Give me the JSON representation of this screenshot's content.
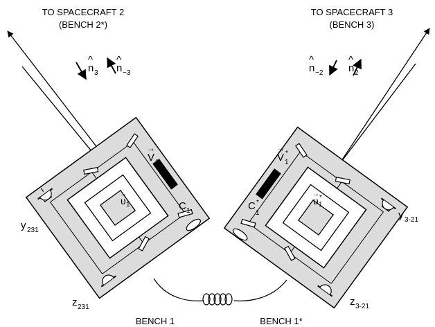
{
  "labels": {
    "to_spacecraft_2": "TO SPACECRAFT 2",
    "bench_2_star": "(BENCH 2*)",
    "to_spacecraft_3": "TO SPACECRAFT 3",
    "bench_3": "(BENCH 3)",
    "bench_1": "BENCH 1",
    "bench_1_star": "BENCH 1*",
    "n3_base": "n",
    "n3_sub": "3",
    "nm3_base": "n",
    "nm3_sub": "−3",
    "nm2_base": "n",
    "nm2_sub": "−2",
    "n2_base": "n",
    "n2_sub": "2",
    "hat": "^",
    "vec_arrow": "→",
    "V1_base": "V",
    "V1_sub": "1",
    "V1s_base": "V",
    "V1s_sub": "1",
    "V1s_sup": "*",
    "v1_base": "υ",
    "v1_sub": "1",
    "v1s_base": "υ",
    "v1s_sub": "1",
    "v1s_sup": "*",
    "C1_base": "C",
    "C1_sub": "1",
    "C1s_base": "C",
    "C1s_sub": "1",
    "C1s_sup": "*",
    "y231_base": "y",
    "y231_sub": "231",
    "z231_base": "z",
    "z231_sub": "231",
    "y321_base": "y",
    "y321_sub": "3-21",
    "z321_base": "z",
    "z321_sub": "3-21"
  },
  "colors": {
    "bench_fill": "#dcdcdc",
    "stroke": "#000000",
    "inner_fill": "#ffffff"
  }
}
